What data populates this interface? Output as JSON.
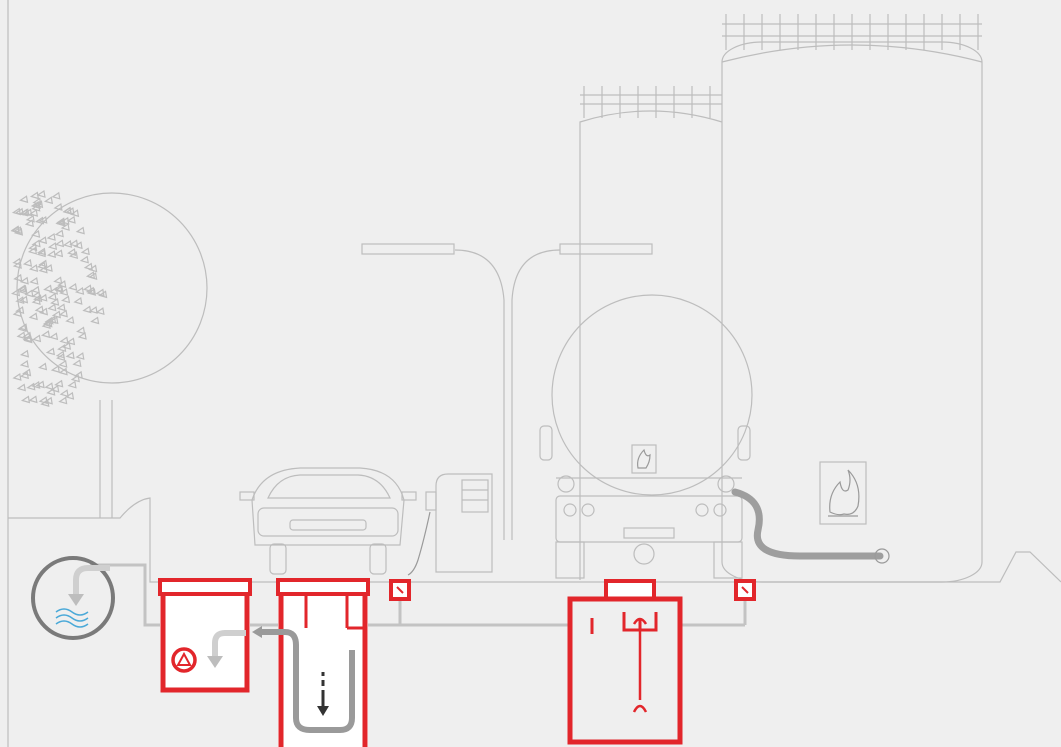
{
  "colors": {
    "background": "#efefef",
    "line_art": "#bdbdbd",
    "separator_red": "#e2262b",
    "pipe_gray": "#c3c3c3",
    "water_blue": "#4aa9d8",
    "flow_arrow": "#333333"
  },
  "elements": [
    {
      "id": "tree",
      "icon": "tree-icon"
    },
    {
      "id": "street-lamp",
      "icon": "street-lamp-icon"
    },
    {
      "id": "fuel-storage-tanks",
      "icon": "storage-tank-icon"
    },
    {
      "id": "car",
      "icon": "car-icon"
    },
    {
      "id": "fuel-pump",
      "icon": "fuel-pump-icon"
    },
    {
      "id": "tanker-truck",
      "icon": "tanker-truck-icon"
    },
    {
      "id": "flammable-sign",
      "icon": "flammable-icon"
    },
    {
      "id": "drain-gullies",
      "icon": "gully-icon"
    },
    {
      "id": "oil-separator",
      "icon": "separator-icon"
    },
    {
      "id": "sludge-trap",
      "icon": "sludge-trap-icon"
    },
    {
      "id": "coalescing-separator",
      "icon": "coalescing-separator-icon"
    },
    {
      "id": "discharge-water",
      "icon": "water-icon"
    }
  ]
}
